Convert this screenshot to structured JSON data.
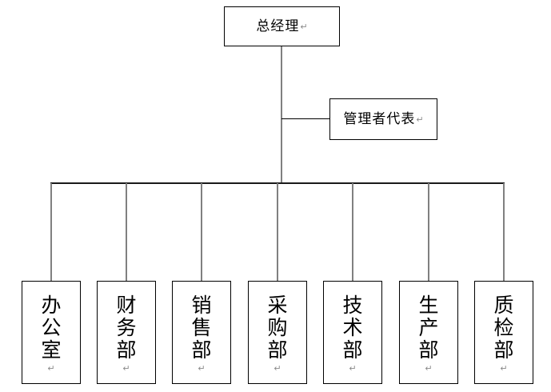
{
  "chart": {
    "type": "org-chart",
    "title": "",
    "pilcrow_glyph": "↵",
    "colors": {
      "box_border": "#000000",
      "box_fill": "#ffffff",
      "text": "#000000",
      "connector_vertical": "#808080",
      "connector_horizontal": "#000000",
      "pilcrow": "#8a8a8a",
      "background": "#ffffff"
    },
    "top": {
      "label": "总经理",
      "pilcrow": "↵"
    },
    "staff": {
      "label": "管理者代表",
      "pilcrow": "↵"
    },
    "departments": [
      {
        "label": "办公室",
        "chars": [
          "办",
          "公",
          "室"
        ],
        "pilcrow": "↵"
      },
      {
        "label": "财务部",
        "chars": [
          "财",
          "务",
          "部"
        ],
        "pilcrow": "↵"
      },
      {
        "label": "销售部",
        "chars": [
          "销",
          "售",
          "部"
        ],
        "pilcrow": "↵"
      },
      {
        "label": "采购部",
        "chars": [
          "采",
          "购",
          "部"
        ],
        "pilcrow": "↵"
      },
      {
        "label": "技术部",
        "chars": [
          "技",
          "术",
          "部"
        ],
        "pilcrow": "↵"
      },
      {
        "label": "生产部",
        "chars": [
          "生",
          "产",
          "部"
        ],
        "pilcrow": "↵"
      },
      {
        "label": "质检部",
        "chars": [
          "质",
          "检",
          "部"
        ],
        "pilcrow": "↵"
      }
    ]
  }
}
